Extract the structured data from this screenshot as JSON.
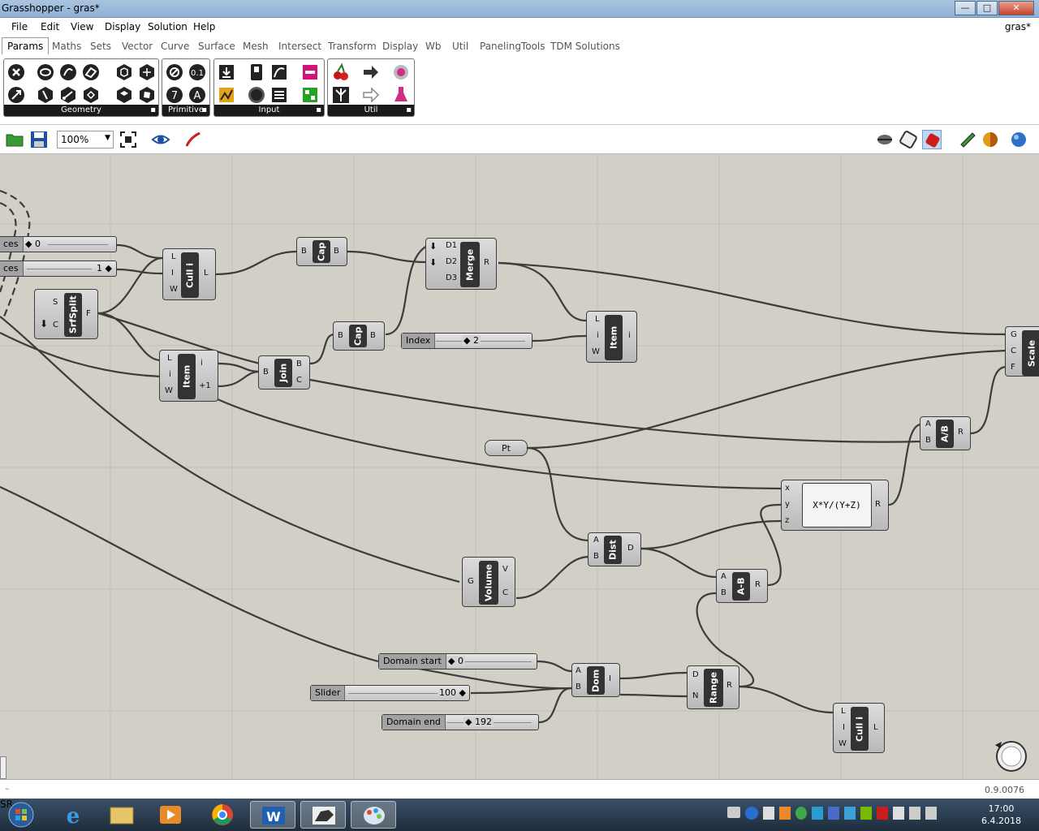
{
  "window": {
    "title": "Grasshopper - gras*",
    "min": "—",
    "max": "□",
    "close": "✕"
  },
  "menu": {
    "items": [
      "File",
      "Edit",
      "View",
      "Display",
      "Solution",
      "Help"
    ],
    "filename": "gras*"
  },
  "tabs": [
    "Params",
    "Maths",
    "Sets",
    "Vector",
    "Curve",
    "Surface",
    "Mesh",
    "Intersect",
    "Transform",
    "Display",
    "Wb",
    "Util",
    "PanelingTools",
    "TDM Solutions"
  ],
  "ribbon": {
    "groups": [
      "Geometry",
      "Primitive",
      "Input",
      "Util"
    ],
    "more": "▪"
  },
  "toolbar": {
    "zoom": "100%"
  },
  "canvas": {
    "sliders": {
      "s1_label": "ces",
      "s1_value": "0",
      "s2_label": "ces",
      "s2_value": "1",
      "index_label": "Index",
      "index_value": "2",
      "dstart_label": "Domain start",
      "dstart_value": "0",
      "slider_label": "Slider",
      "slider_value": "100",
      "dend_label": "Domain end",
      "dend_value": "192"
    },
    "components": {
      "srfsplit": {
        "name": "SrfSplit",
        "in": [
          "S",
          "C"
        ],
        "out": [
          "F"
        ]
      },
      "cull1": {
        "name": "Cull i",
        "in": [
          "L",
          "I",
          "W"
        ],
        "out": [
          "L"
        ]
      },
      "cap1": {
        "name": "Cap",
        "in": [
          "B"
        ],
        "out": [
          "B"
        ]
      },
      "cap2": {
        "name": "Cap",
        "in": [
          "B"
        ],
        "out": [
          "B"
        ]
      },
      "merge": {
        "name": "Merge",
        "in": [
          "D1",
          "D2",
          "D3"
        ],
        "out": [
          "R"
        ]
      },
      "item1": {
        "name": "Item",
        "in": [
          "L",
          "i",
          "W"
        ],
        "out": [
          "i",
          "+1"
        ]
      },
      "join": {
        "name": "Join",
        "in": [
          "B"
        ],
        "out": [
          "B",
          "C"
        ]
      },
      "item2": {
        "name": "Item",
        "in": [
          "L",
          "i",
          "W"
        ],
        "out": [
          "i"
        ]
      },
      "scale": {
        "name": "Scale",
        "in": [
          "G",
          "C",
          "F"
        ]
      },
      "adiv": {
        "name": "A/B",
        "in": [
          "A",
          "B"
        ],
        "out": [
          "R"
        ]
      },
      "pt": {
        "name": "Pt"
      },
      "expr": {
        "name": "X*Y/(Y+Z)",
        "in": [
          "x",
          "y",
          "z"
        ],
        "out": [
          "R"
        ]
      },
      "dist": {
        "name": "Dist",
        "in": [
          "A",
          "B"
        ],
        "out": [
          "D"
        ]
      },
      "volume": {
        "name": "Volume",
        "in": [
          "G"
        ],
        "out": [
          "V",
          "C"
        ]
      },
      "asub": {
        "name": "A-B",
        "in": [
          "A",
          "B"
        ],
        "out": [
          "R"
        ]
      },
      "dom": {
        "name": "Dom",
        "in": [
          "A",
          "B"
        ],
        "out": [
          "I"
        ]
      },
      "range": {
        "name": "Range",
        "in": [
          "D",
          "N"
        ],
        "out": [
          "R"
        ]
      },
      "cull2": {
        "name": "Cull i",
        "in": [
          "L",
          "I",
          "W"
        ],
        "out": [
          "L"
        ]
      }
    }
  },
  "status": {
    "version": "0.9.0076",
    "dash": "–"
  },
  "taskbar": {
    "lang": "SR",
    "time": "17:00",
    "date": "6.4.2018"
  }
}
